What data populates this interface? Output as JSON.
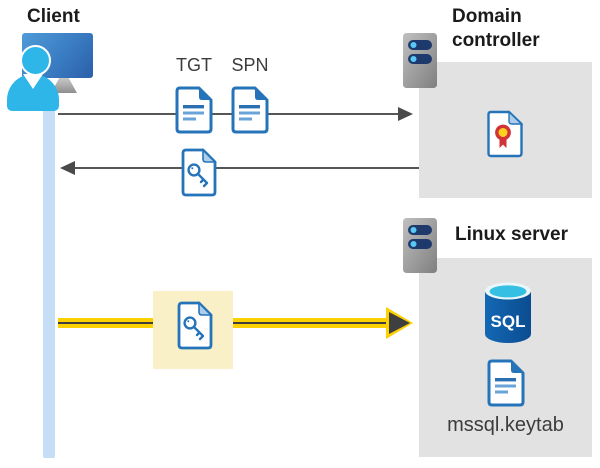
{
  "nodes": {
    "client": {
      "label": "Client"
    },
    "domain_controller": {
      "label": "Domain controller"
    },
    "linux_server": {
      "label": "Linux server",
      "sql_badge": "SQL",
      "keytab_label": "mssql.keytab"
    }
  },
  "flows": {
    "request": {
      "tgt_label": "TGT",
      "spn_label": "SPN"
    },
    "response": {
      "description": "service ticket returned to client"
    },
    "sql_connection": {
      "description": "client connects to SQL with key ticket"
    }
  },
  "icons": {
    "client": "user-at-computer-icon",
    "server": "server-icon",
    "tgt": "document-icon",
    "spn": "document-icon",
    "service_ticket": "key-document-icon",
    "certificate": "certificate-icon",
    "database": "sql-database-icon",
    "keytab_file": "document-icon"
  },
  "colors": {
    "doc_blue": "#2574b9",
    "accent_yellow": "#fdd100",
    "node_box_gray": "#e2e2e2",
    "timeline_blue": "#c5def5",
    "highlight_cream": "#faf0c8",
    "sql_blue": "#0f5fae",
    "cert_ribbon_red": "#d13438",
    "cert_seal_yellow": "#ffd21e",
    "arrow_gray": "#565656"
  }
}
